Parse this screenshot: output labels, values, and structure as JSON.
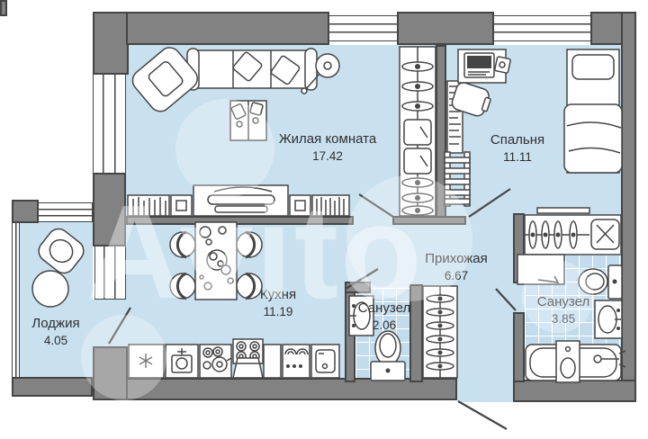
{
  "plan": {
    "title": "2-room apartment floor plan",
    "watermark": "Avito",
    "colors": {
      "wall": "#828282",
      "wall_outline": "#454545",
      "floor": "#c9e0ef",
      "tile": "#c2dcee",
      "furniture_line": "#454545"
    },
    "rooms": {
      "living": {
        "name": "Жилая комната",
        "area": "17.42"
      },
      "bedroom": {
        "name": "Спальня",
        "area": "11.11"
      },
      "kitchen": {
        "name": "Кухня",
        "area": "11.19"
      },
      "hallway": {
        "name": "Прихожая",
        "area": "6.67"
      },
      "bath_small": {
        "name": "Санузел",
        "area": "2.06"
      },
      "bath_big": {
        "name": "Санузел",
        "area": "3.85"
      },
      "loggia": {
        "name": "Лоджия",
        "area": "4.05"
      }
    }
  }
}
